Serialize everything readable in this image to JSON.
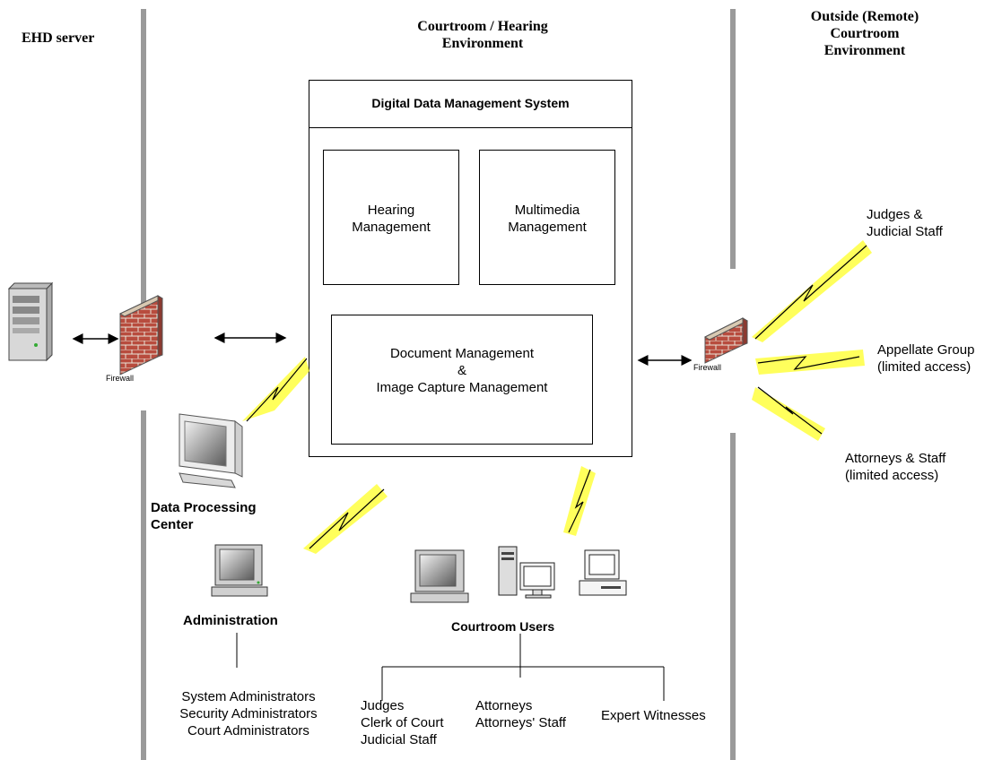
{
  "zones": {
    "left": "EHD server",
    "center": "Courtroom / Hearing\nEnvironment",
    "right": "Outside (Remote)\nCourtroom\nEnvironment"
  },
  "ddms": {
    "title": "Digital Data Management System",
    "modules": {
      "hearing": "Hearing\nManagement",
      "multimedia": "Multimedia\nManagement",
      "document": "Document Management\n&\nImage Capture Management"
    }
  },
  "firewall_label": "Firewall",
  "dpc_label": "Data Processing\nCenter",
  "admin": {
    "title": "Administration",
    "members": "System Administrators\nSecurity Administrators\nCourt Administrators"
  },
  "courtroom_users": {
    "title": "Courtroom Users",
    "groups": {
      "judges": "Judges\nClerk of Court\nJudicial Staff",
      "attorneys": "Attorneys\nAttorneys' Staff",
      "experts": "Expert Witnesses"
    }
  },
  "remote_users": {
    "judges": "Judges &\nJudicial Staff",
    "appellate": "Appellate Group\n(limited access)",
    "attorneys": "Attorneys & Staff\n(limited access)"
  },
  "icons": [
    "server-icon",
    "firewall-icon",
    "computer-icon",
    "desktop-tower-icon",
    "lightning-link-icon",
    "arrow-icon"
  ]
}
